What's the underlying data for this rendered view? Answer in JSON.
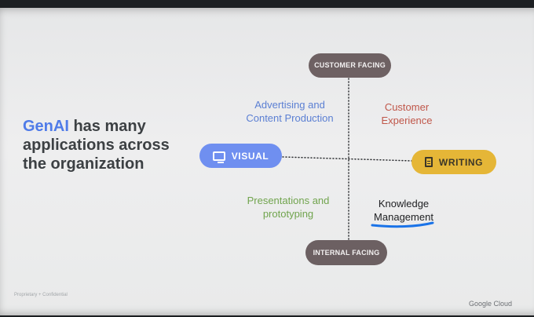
{
  "slide": {
    "title": {
      "accent": "GenAI",
      "rest": " has many applications across the organization"
    },
    "axes": {
      "top": "CUSTOMER FACING",
      "bottom": "INTERNAL FACING",
      "left": "VISUAL",
      "right": "WRITING"
    },
    "quadrants": {
      "top_left": "Advertising and Content Production",
      "top_right": "Customer Experience",
      "bottom_left": "Presentations and prototyping",
      "bottom_right": "Knowledge Management"
    },
    "footer": {
      "left": "Proprietary + Confidential",
      "right": "Google Cloud"
    },
    "icons": {
      "visual": "monitor-icon",
      "writing": "document-icon"
    },
    "colors": {
      "genai": "#4f7be8",
      "visual": "#6f8ff0",
      "writing": "#e5b637",
      "axis_pill": "#6e6163",
      "top_left_text": "#5b7fd3",
      "top_right_text": "#c0574a",
      "bottom_left_text": "#71a44e",
      "underline": "#1a73e8"
    }
  }
}
